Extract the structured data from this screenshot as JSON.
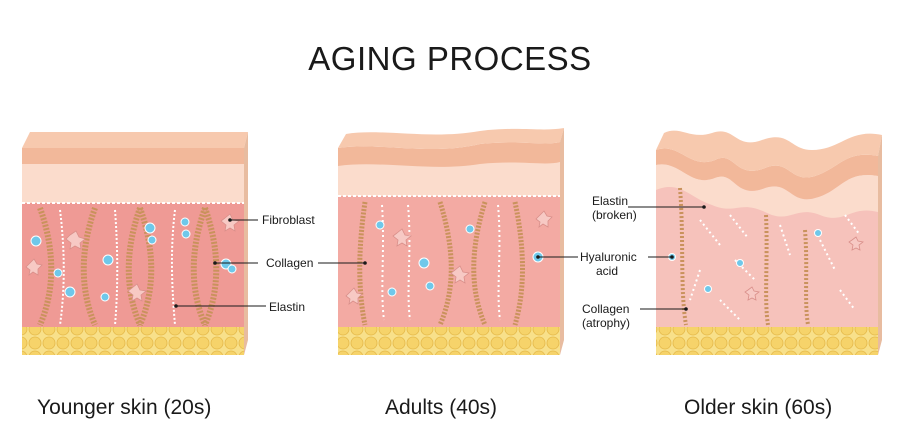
{
  "title": "AGING PROCESS",
  "panels": [
    {
      "caption": "Younger skin (20s)"
    },
    {
      "caption": "Adults (40s)"
    },
    {
      "caption": "Older skin (60s)"
    }
  ],
  "labels": {
    "fibroblast": "Fibroblast",
    "collagen": "Collagen",
    "elastin": "Elastin",
    "elastin_broken_1": "Elastin",
    "elastin_broken_2": "(broken)",
    "hyaluronic_1": "Hyaluronic",
    "hyaluronic_2": "acid",
    "collagen_atrophy_1": "Collagen",
    "collagen_atrophy_2": "(atrophy)"
  },
  "colors": {
    "epidermis_top": "#f2b89a",
    "epidermis": "#fbdccc",
    "dermis_young": "#ef9a95",
    "dermis_adult": "#f3aaa3",
    "dermis_old": "#f6c2bb",
    "fat": "#f6d776",
    "collagen": "#c9925c",
    "hyaluronic": "#6fc8ea"
  }
}
